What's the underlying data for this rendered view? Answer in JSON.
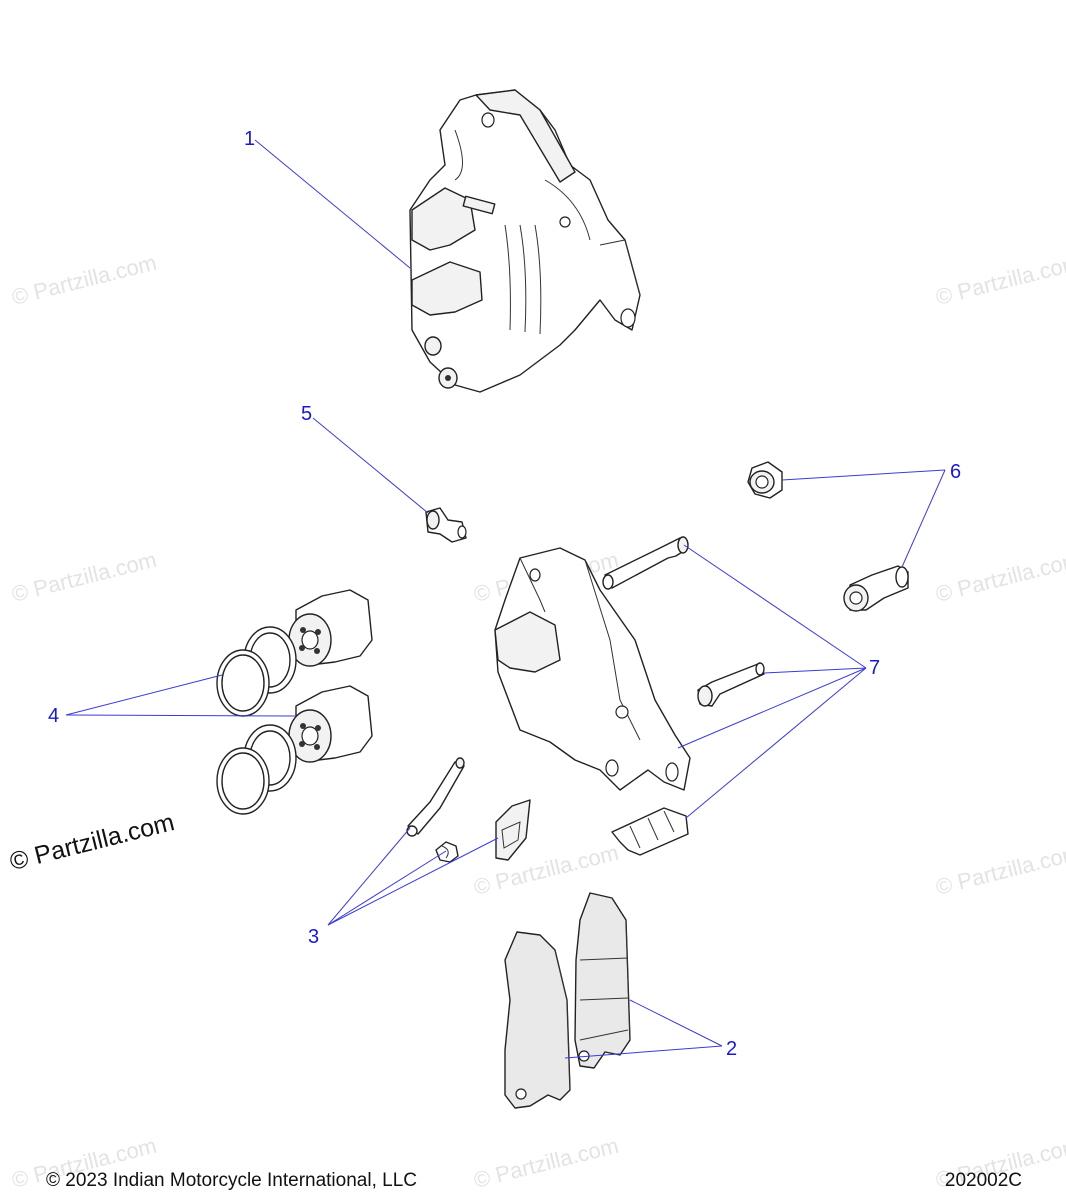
{
  "watermark": "© Partzilla.com",
  "brand_mark": "© Partzilla.com",
  "footer": {
    "copyright": "© 2023 Indian Motorcycle International, LLC",
    "drawing_code": "202002C"
  },
  "callouts": {
    "c1": "1",
    "c2": "2",
    "c3": "3",
    "c4": "4",
    "c5": "5",
    "c6": "6",
    "c7": "7"
  },
  "colors": {
    "callout": "#1a1acc",
    "leader": "#3b3bd6",
    "watermark": "#e3e3e3"
  }
}
